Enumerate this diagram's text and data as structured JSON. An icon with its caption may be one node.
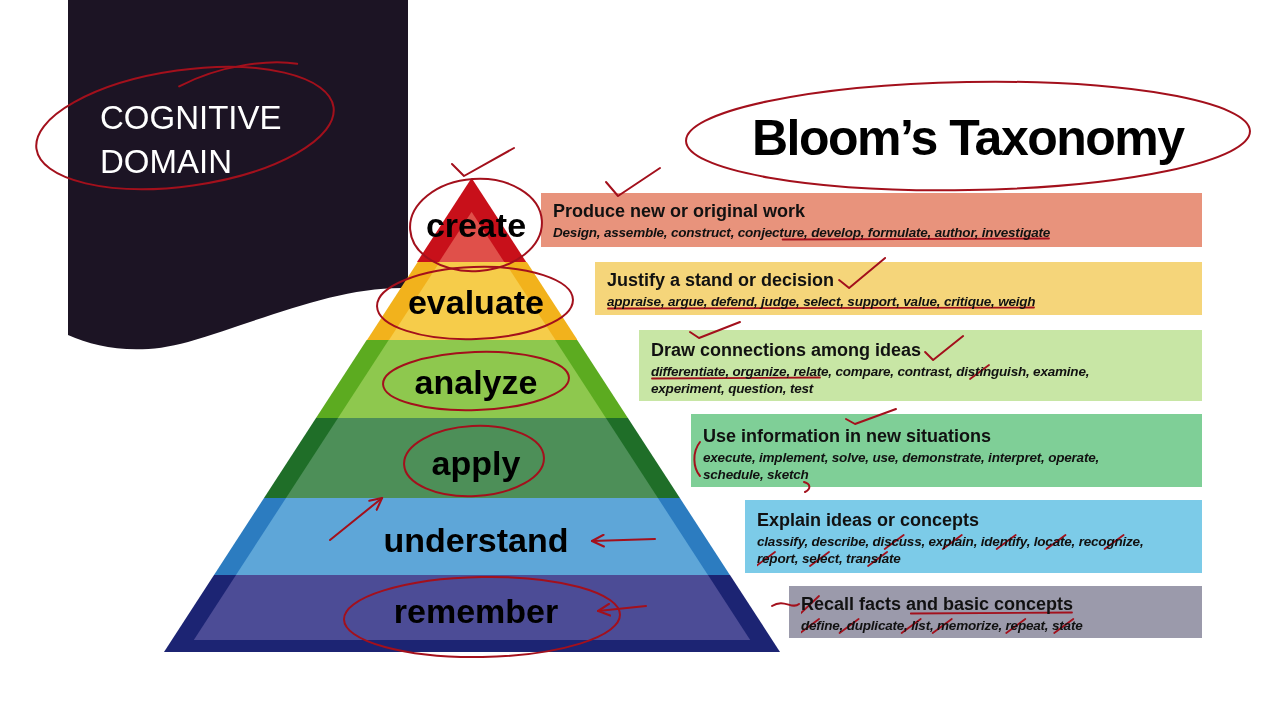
{
  "diagram": {
    "title": "Bloom’s Taxonomy",
    "nodes": [
      {
        "text": [
          "COGNITIVE DOMAIN"
        ]
      },
      {
        "text": [
          "create"
        ]
      },
      {
        "text": [
          "evaluate"
        ]
      },
      {
        "text": [
          "analyze"
        ]
      },
      {
        "text": [
          "apply"
        ]
      },
      {
        "text": [
          "understand"
        ]
      },
      {
        "text": [
          "remember"
        ]
      },
      {
        "text": [
          "Produce new or original work",
          "Design, assemble, construct, conjecture, develop, formulate, author, investigate"
        ]
      },
      {
        "text": [
          "Justify a stand or decision",
          "appraise, argue, defend, judge, select, support, value, critique, weigh"
        ]
      },
      {
        "text": [
          "Draw connections among ideas",
          "differentiate, organize, relate, compare, contrast, distinguish, examine, experiment, question, test"
        ]
      },
      {
        "text": [
          "Use information in new situations",
          "execute, implement, solve, use, demonstrate, interpret, operate, schedule, sketch"
        ]
      },
      {
        "text": [
          "Explain ideas or concepts",
          "classify, describe, discuss, explain, identify, locate, recognize, report, select, translate"
        ]
      },
      {
        "text": [
          "Recall facts and basic concepts",
          "define, duplicate, list, memorize, repeat, state"
        ]
      }
    ],
    "edges": [
      {
        "from": 5,
        "to": 4,
        "arrow": "to"
      },
      {
        "from": null,
        "to": 5,
        "arrow": "to"
      },
      {
        "from": null,
        "to": 6,
        "arrow": "to"
      }
    ]
  }
}
